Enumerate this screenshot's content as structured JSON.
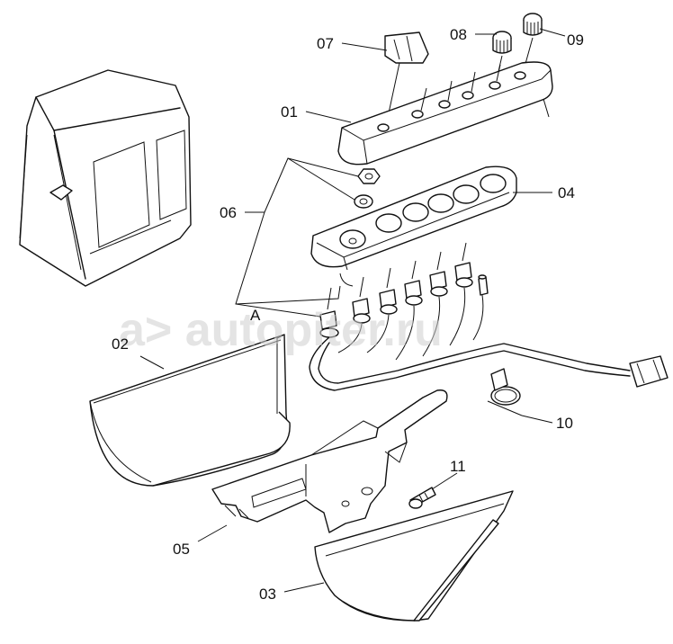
{
  "labels": {
    "p01": "01",
    "p02": "02",
    "p03": "03",
    "p04": "04",
    "p05": "05",
    "p06": "06",
    "p07": "07",
    "p08": "08",
    "p09": "09",
    "p10": "10",
    "p11": "11",
    "view": "A"
  },
  "watermark": "a> autopiter.ru"
}
